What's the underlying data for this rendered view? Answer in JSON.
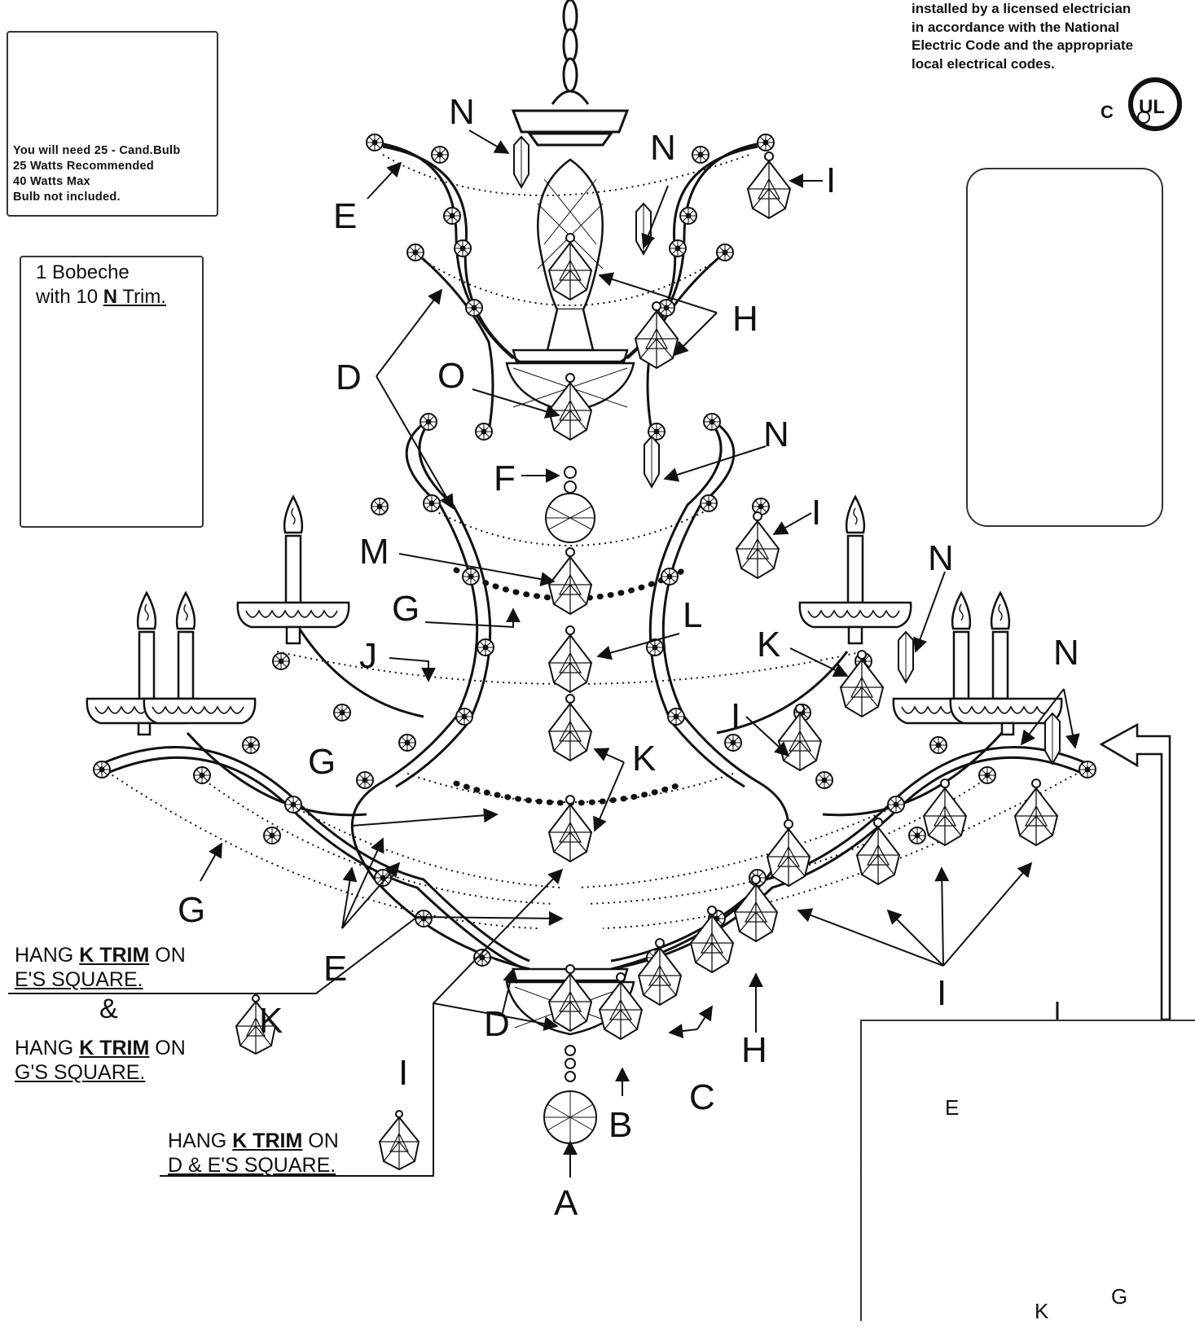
{
  "ul_notice": {
    "line1": "installed by a licensed electrician",
    "line2": "in accordance with the National",
    "line3": "Electric Code and the appropriate",
    "line4": "local electrical codes.",
    "mark_c": "C",
    "mark_ul": "UL"
  },
  "bulb_box": {
    "line1": "You will need 25 - Cand.Bulb",
    "line2": "25 Watts Recommended",
    "line3": "40 Watts Max",
    "line4": "Bulb not included."
  },
  "bobeche_box": {
    "line1": "1 Bobeche",
    "line2_pre": "with 10 ",
    "line2_bold": "N",
    "line2_post": " Trim."
  },
  "part_labels": {
    "A": "A",
    "B": "B",
    "C": "C",
    "D": "D",
    "E": "E",
    "F": "F",
    "G": "G",
    "H": "H",
    "I": "I",
    "J": "J",
    "K": "K",
    "L": "L",
    "M": "M",
    "N": "N",
    "O": "O"
  },
  "notes": {
    "hang": "HANG",
    "k_trim": "K TRIM",
    "on": "ON",
    "e_square": "E'S SQUARE.",
    "amp": "&",
    "g_square": "G'S SQUARE.",
    "de_square": "D & E'S SQUARE."
  },
  "inset_labels": {
    "E": "E",
    "K": "K",
    "G": "G"
  },
  "colors": {
    "line": "#111111",
    "background": "#ffffff"
  }
}
